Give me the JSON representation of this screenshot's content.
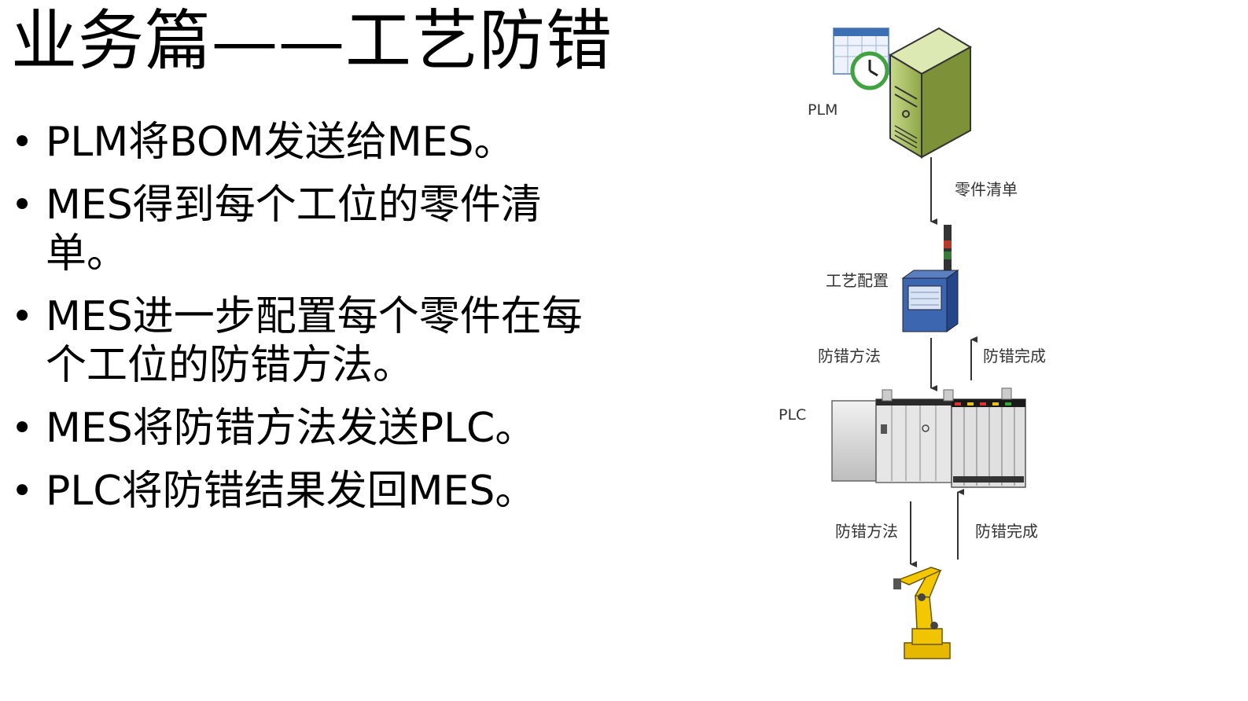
{
  "title": "业务篇——工艺防错",
  "bullets": [
    "PLM将BOM发送给MES。",
    "MES得到每个工位的零件清单。",
    "MES进一步配置每个零件在每个工位的防错方法。",
    "MES将防错方法发送PLC。",
    "PLC将防错结果发回MES。"
  ],
  "diagram": {
    "plm_label": "PLM",
    "parts_list_label": "零件清单",
    "process_config_label": "工艺配置",
    "method_label_1": "防错方法",
    "done_label_1": "防错完成",
    "plc_label": "PLC",
    "method_label_2": "防错方法",
    "done_label_2": "防错完成"
  }
}
